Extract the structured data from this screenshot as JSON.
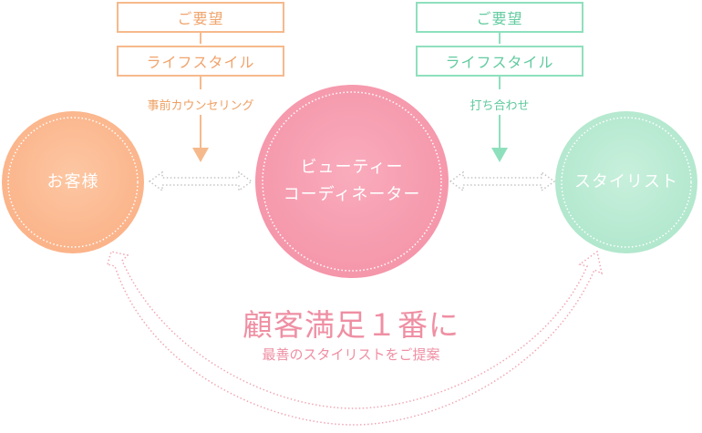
{
  "nodes": {
    "customer": {
      "label": "お客様",
      "color": "#fbbf98"
    },
    "coordinator": {
      "label_line1": "ビューティー",
      "label_line2": "コーディネーター",
      "color": "#f7a3b4"
    },
    "stylist": {
      "label": "スタイリスト",
      "color": "#bdecd5"
    }
  },
  "left_flow": {
    "items": [
      "ご要望",
      "ライフスタイル"
    ],
    "step_label": "事前カウンセリング",
    "color": "#f6b98c"
  },
  "right_flow": {
    "items": [
      "ご要望",
      "ライフスタイル"
    ],
    "step_label": "打ち合わせ",
    "color": "#8ee0bd"
  },
  "headline": {
    "main": "顧客満足１番に",
    "sub": "最善のスタイリストをご提案"
  }
}
